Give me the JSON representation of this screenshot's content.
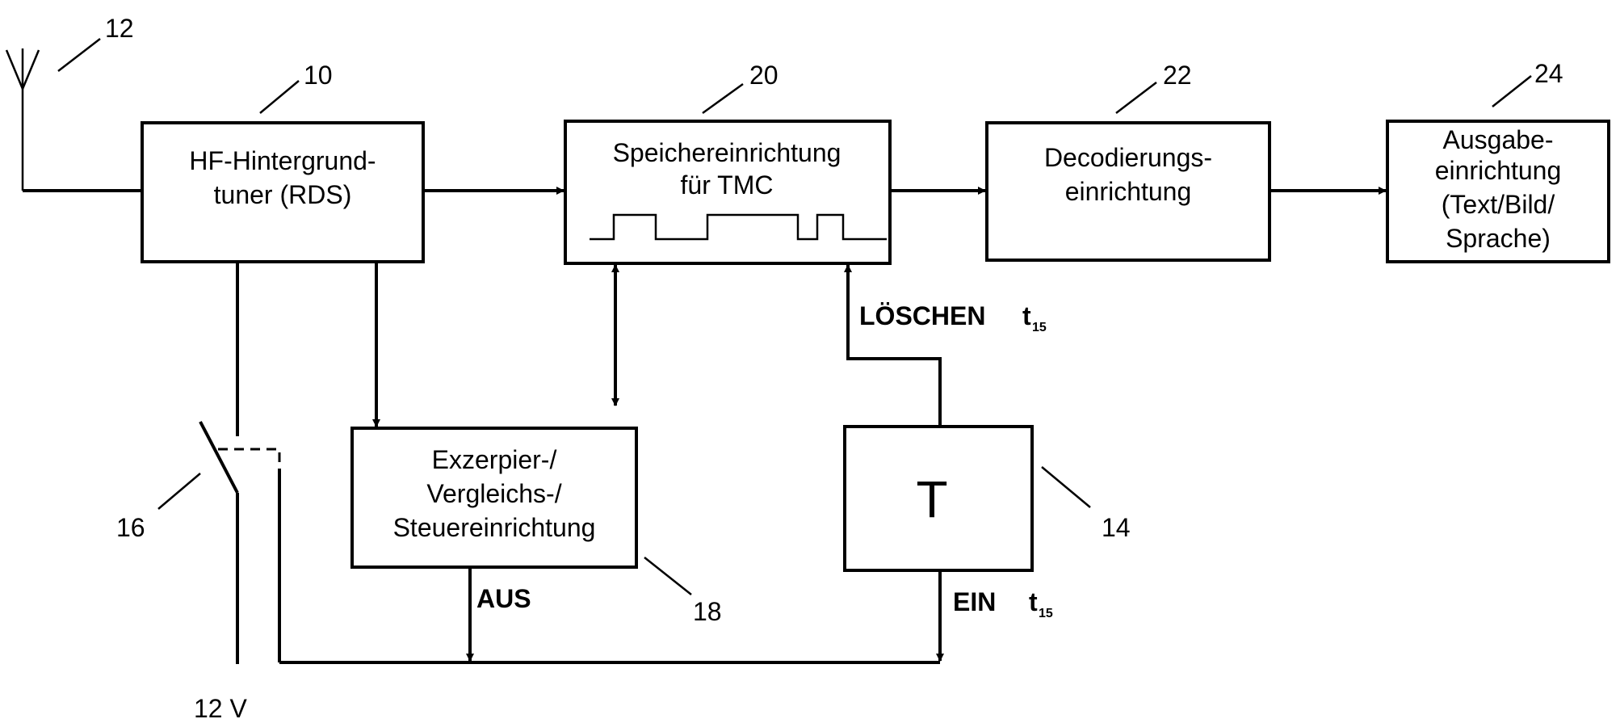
{
  "blocks": {
    "tuner": {
      "lines": [
        "HF-Hintergrund-",
        "tuner (RDS)"
      ],
      "ref": "10"
    },
    "memory": {
      "lines": [
        "Speichereinrichtung",
        "für TMC"
      ],
      "ref": "20"
    },
    "decoder": {
      "lines": [
        "Decodierungs-",
        "einrichtung"
      ],
      "ref": "22"
    },
    "output": {
      "lines": [
        "Ausgabe-",
        "einrichtung",
        "(Text/Bild/",
        "Sprache)"
      ],
      "ref": "24"
    },
    "control": {
      "lines": [
        "Exzerpier-/",
        "Vergleichs-/",
        "Steuereinrichtung"
      ],
      "ref": "18"
    },
    "timer": {
      "symbol": "T",
      "ref": "14"
    }
  },
  "antenna": {
    "ref": "12"
  },
  "switch": {
    "ref": "16",
    "supply": "12 V"
  },
  "signals": {
    "loeschen": {
      "label": "LÖSCHEN",
      "time": "t",
      "time_sub": "15"
    },
    "aus": {
      "label": "AUS"
    },
    "ein": {
      "label": "EIN",
      "time": "t",
      "time_sub": "15"
    }
  }
}
